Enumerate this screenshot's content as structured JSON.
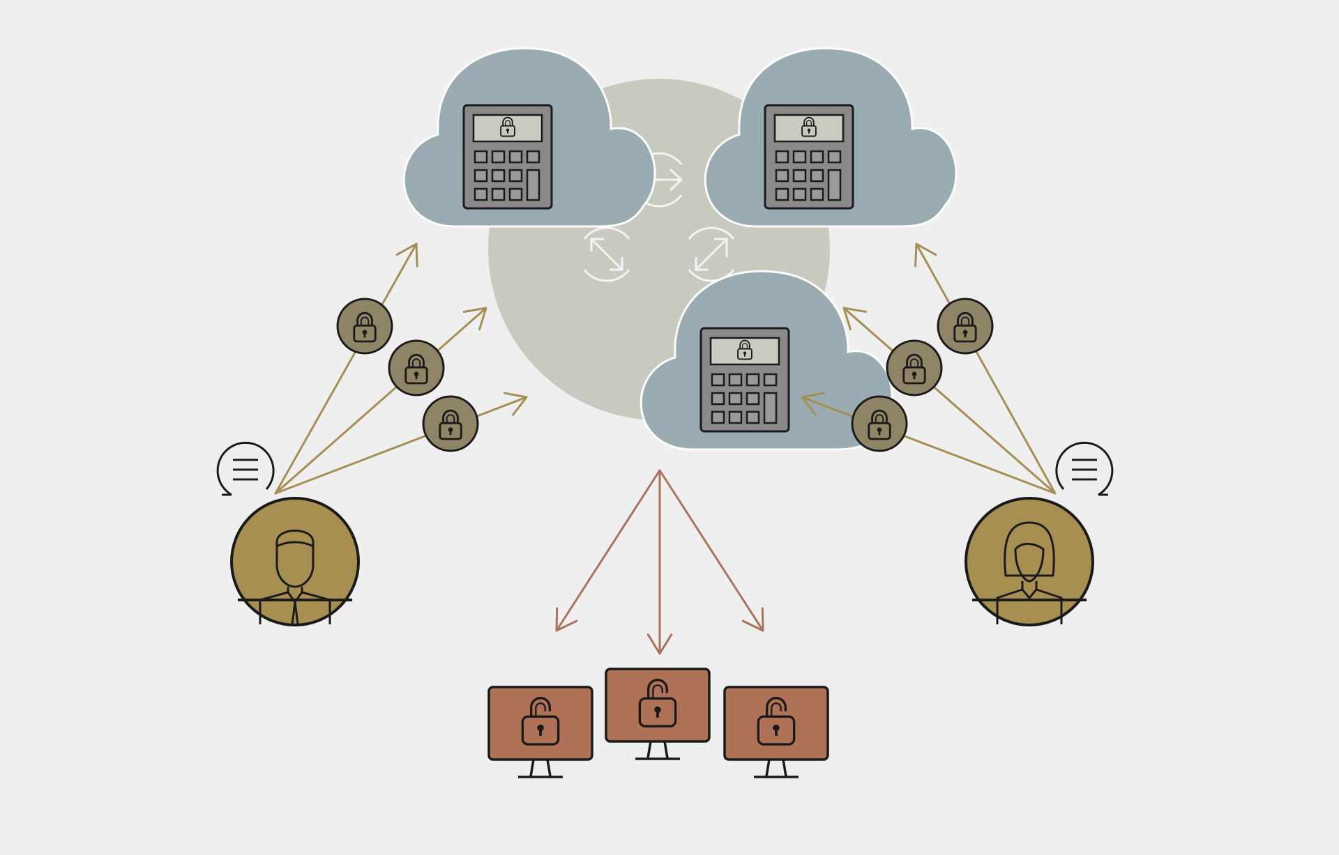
{
  "colors": {
    "background": "#efefef",
    "hub_circle": "#c8cabf",
    "cloud": "#9aabb1",
    "cloud_outline": "#ffffff",
    "calculator_body": "#8a8a8a",
    "calculator_screen": "#c9cbc0",
    "calculator_key": "#9a9a9a",
    "user_circle": "#a68f51",
    "lock_badge": "#8f8466",
    "input_arrow": "#a58e52",
    "output_arrow": "#a9735a",
    "monitor": "#b07256",
    "outline": "#1a1a1a"
  },
  "diagram": {
    "clouds": [
      {
        "id": "cloud-top-left",
        "icon": "calculator-icon",
        "screen_icon": "lock-icon"
      },
      {
        "id": "cloud-top-right",
        "icon": "calculator-icon",
        "screen_icon": "lock-icon"
      },
      {
        "id": "cloud-bottom-center",
        "icon": "calculator-icon",
        "screen_icon": "lock-icon"
      }
    ],
    "sync_icons": [
      "bidirectional-arrow-icon",
      "diagonal-arrow-icon",
      "diagonal-arrow-icon"
    ],
    "users": [
      {
        "id": "user-left",
        "icon": "man-avatar-icon",
        "badge_icon": "message-lines-icon",
        "encrypted_inputs": 3
      },
      {
        "id": "user-right",
        "icon": "woman-avatar-icon",
        "badge_icon": "message-lines-icon",
        "encrypted_inputs": 3
      }
    ],
    "outputs": [
      {
        "id": "monitor-left",
        "icon": "unlocked-padlock-icon"
      },
      {
        "id": "monitor-center",
        "icon": "unlocked-padlock-icon"
      },
      {
        "id": "monitor-right",
        "icon": "unlocked-padlock-icon"
      }
    ]
  }
}
